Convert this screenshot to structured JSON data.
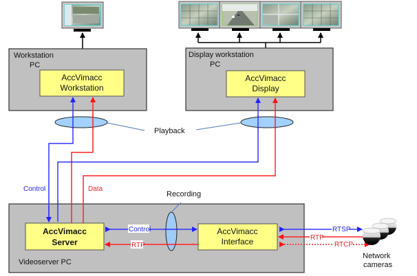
{
  "diagram": {
    "workstation_pc": {
      "title_line1": "Workstation",
      "title_line2": "PC",
      "app_line1": "AccVimacc",
      "app_line2": "Workstation"
    },
    "display_pc": {
      "title_line1": "Display workstation",
      "title_line2": "PC",
      "app_line1": "AccVimacc",
      "app_line2": "Display"
    },
    "videoserver_pc": {
      "title": "Videoserver PC",
      "server_line1": "AccVimacc",
      "server_line2": "Server",
      "interface_line1": "AccVimacc",
      "interface_line2": "Interface"
    },
    "labels": {
      "playback": "Playback",
      "recording": "Recording",
      "control_left": "Control",
      "data_left": "Data",
      "control_internal": "Control",
      "rtp_internal": "RTP",
      "rtsp": "RTSP",
      "rtp_camera": "RTP",
      "rtcp": "RTCP",
      "cameras_line1": "Network",
      "cameras_line2": "cameras"
    },
    "monitors": {
      "workstation_count": 1,
      "display_count": 4
    },
    "colors": {
      "control": "#3333ff",
      "data": "#ff2222",
      "pc_box": "#c0c0c0",
      "app_box": "#ffff88",
      "ellipse": "#99ccff"
    }
  }
}
